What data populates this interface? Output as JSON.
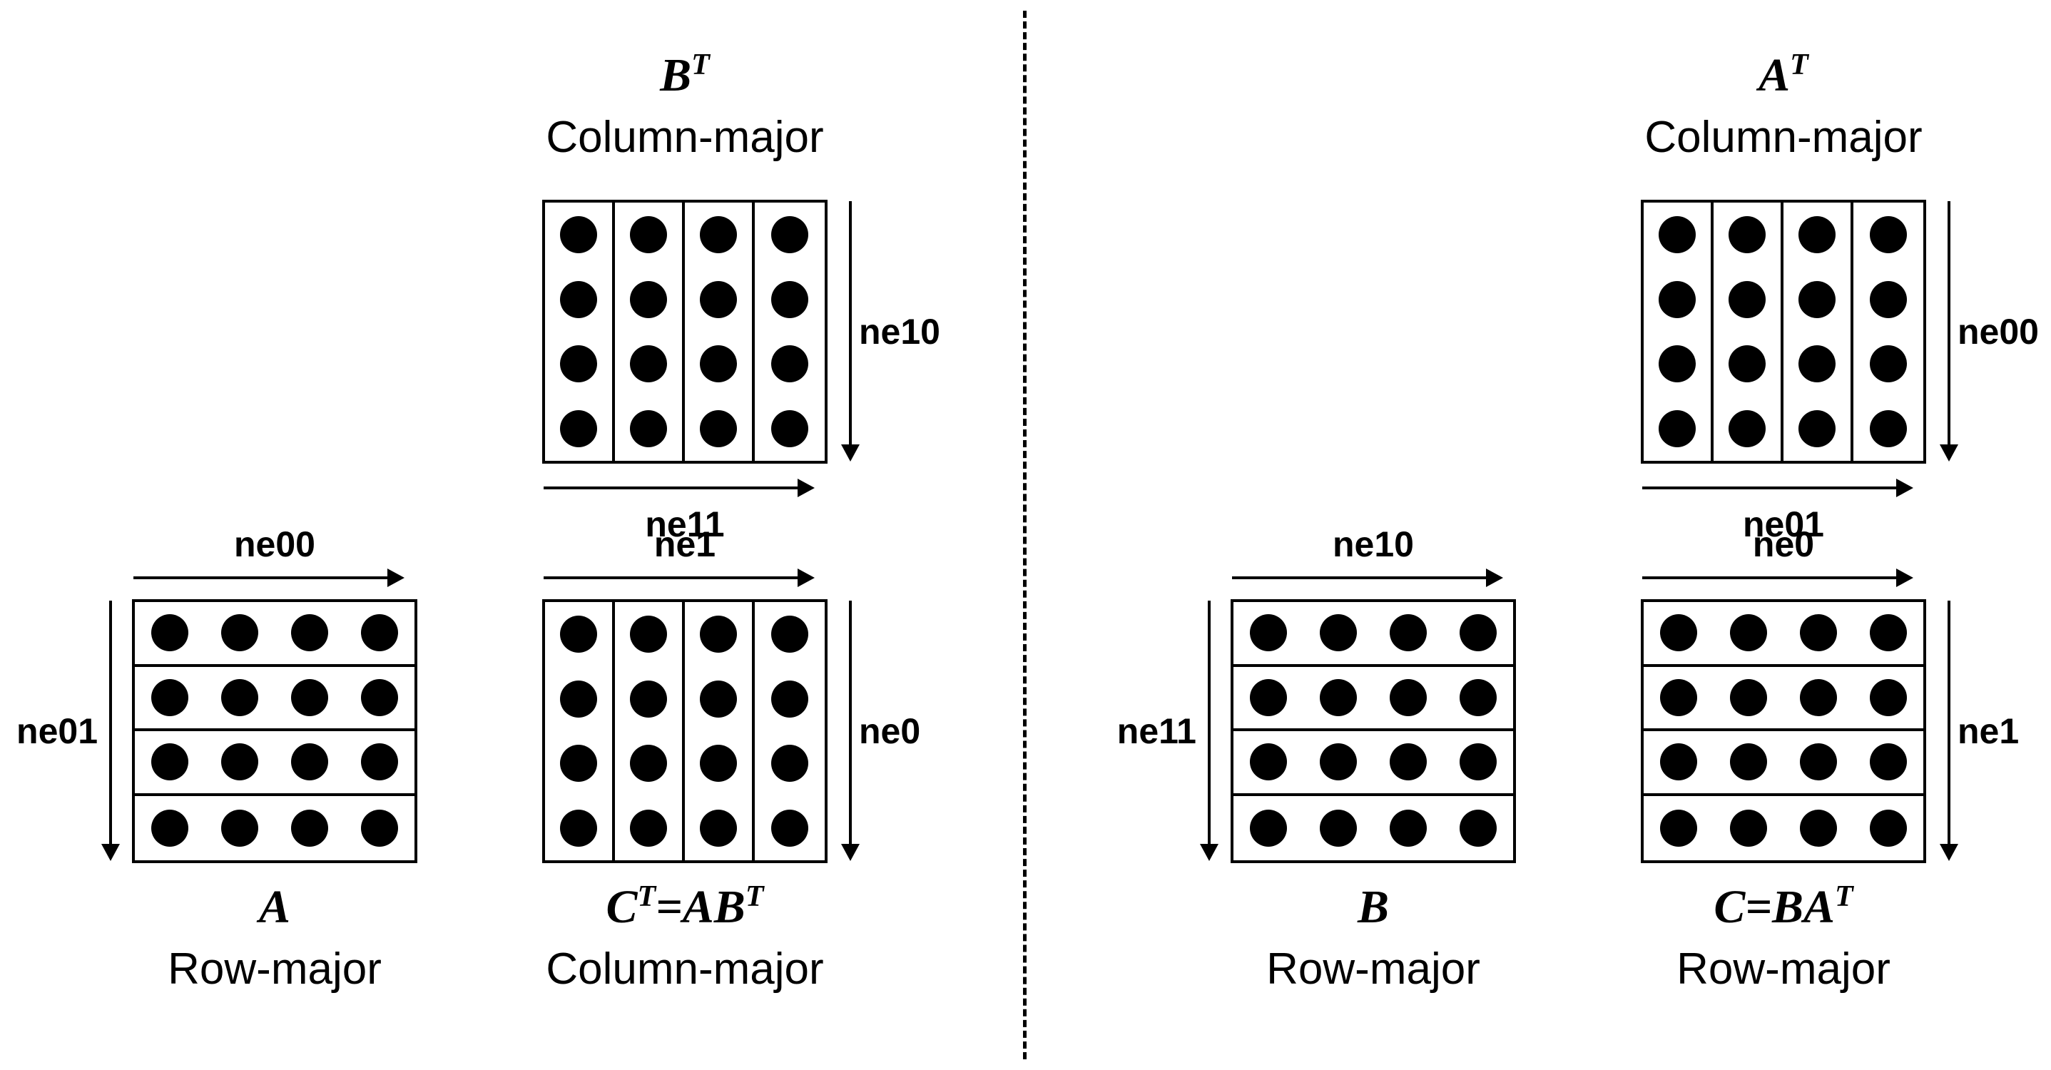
{
  "matrices": {
    "bt": {
      "m1": "B",
      "s1": "T",
      "m2": "",
      "s2": "",
      "storage": "Column-major",
      "down": "ne10",
      "across": "ne11",
      "rows": 4,
      "cols": 4
    },
    "a": {
      "m1": "A",
      "s1": "",
      "m2": "",
      "s2": "",
      "storage": "Row-major",
      "across": "ne00",
      "down": "ne01",
      "rows": 4,
      "cols": 4
    },
    "ct": {
      "m1": "C",
      "s1": "T",
      "m2": "=AB",
      "s2": "T",
      "storage": "Column-major",
      "across": "ne1",
      "down": "ne0",
      "rows": 4,
      "cols": 4
    },
    "at": {
      "m1": "A",
      "s1": "T",
      "m2": "",
      "s2": "",
      "storage": "Column-major",
      "down": "ne00",
      "across": "ne01",
      "rows": 4,
      "cols": 4
    },
    "b": {
      "m1": "B",
      "s1": "",
      "m2": "",
      "s2": "",
      "storage": "Row-major",
      "across": "ne10",
      "down": "ne11",
      "rows": 4,
      "cols": 4
    },
    "c": {
      "m1": "C",
      "s1": "",
      "m2": "=BA",
      "s2": "T",
      "storage": "Row-major",
      "across": "ne0",
      "down": "ne1",
      "rows": 4,
      "cols": 4
    }
  },
  "colors": {
    "ink": "#000000",
    "background": "#ffffff"
  }
}
